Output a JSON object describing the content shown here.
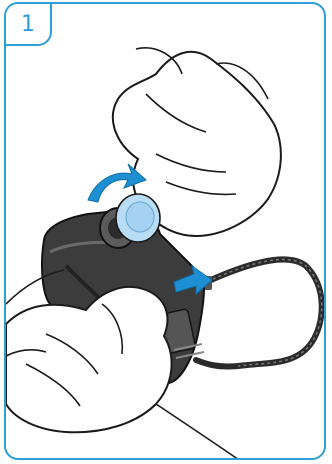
{
  "figure": {
    "step_number": "1",
    "accent_color": "#2d9fd8",
    "arrow_color": "#1e8fd2",
    "earpad_color": "#b9ddf6",
    "illustration": "hand-drawn-line-art",
    "arrows": [
      "curved-rotate-arrow",
      "insert-arrow"
    ]
  }
}
